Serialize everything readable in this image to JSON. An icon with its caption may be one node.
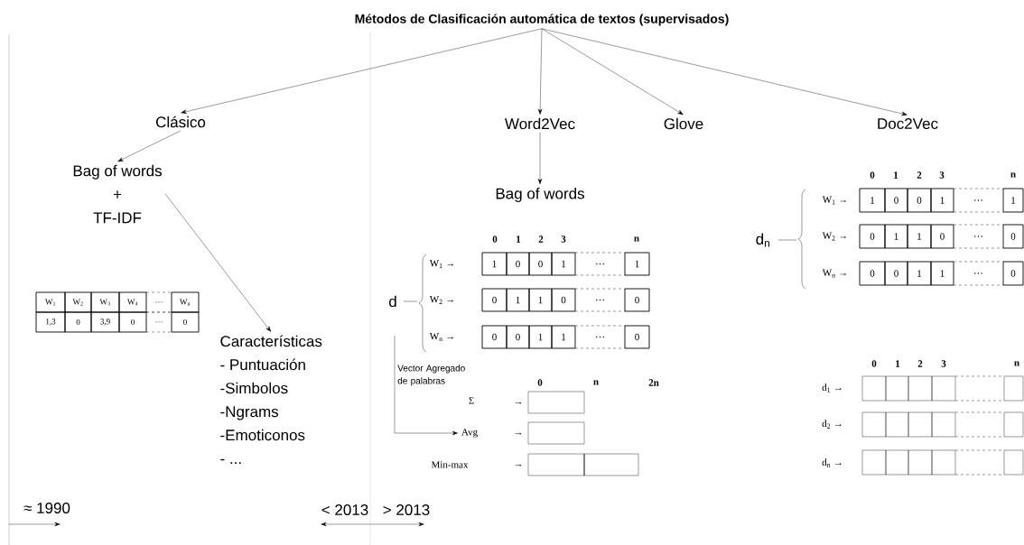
{
  "diagram": {
    "nodes": [
      {
        "text": [
          "Métodos de Clasificación automática de textos (supervisados)"
        ]
      },
      {
        "text": [
          "Clásico"
        ]
      },
      {
        "text": [
          "Word2Vec"
        ]
      },
      {
        "text": [
          "Glove"
        ]
      },
      {
        "text": [
          "Doc2Vec"
        ]
      },
      {
        "text": [
          "Bag of words",
          "+",
          "TF-IDF"
        ]
      },
      {
        "text": [
          "Características",
          "- Puntuación",
          "-Simbolos",
          "-Ngrams",
          "-Emoticonos",
          "- ..."
        ]
      },
      {
        "text": [
          "Bag of words"
        ]
      },
      {
        "text": [
          "Avg"
        ]
      }
    ],
    "edges": [
      {
        "from": 0,
        "to": 1,
        "arrow": "to"
      },
      {
        "from": 0,
        "to": 2,
        "arrow": "to"
      },
      {
        "from": 0,
        "to": 3,
        "arrow": "to"
      },
      {
        "from": 0,
        "to": 4,
        "arrow": "to"
      },
      {
        "from": 1,
        "to": 5,
        "arrow": "to"
      },
      {
        "from": 5,
        "to": 6,
        "arrow": "to"
      },
      {
        "from": 2,
        "to": 7,
        "arrow": "to"
      },
      {
        "from": null,
        "to": 8,
        "arrow": "to"
      }
    ],
    "labels": [
      "W$_{1}$",
      "W$_{2}$",
      "W$_{3}$",
      "W$_{4}$",
      "…",
      "W$_{n}$",
      "1,3",
      "0",
      "3,9",
      "0",
      "…",
      "0",
      "0",
      "1",
      "2",
      "3",
      "n",
      "d",
      "W$_{1}$ →",
      "1",
      "0",
      "0",
      "1",
      "…",
      "1",
      "W$_{2}$ →",
      "0",
      "1",
      "1",
      "0",
      "…",
      "0",
      "W$_{n}$ →",
      "0",
      "0",
      "1",
      "1",
      "…",
      "0",
      "Vector Agregado de palabras",
      "0",
      "n",
      "2n",
      "Σ",
      "→",
      "→",
      "Min-max",
      "→",
      "d$_{n}$",
      "0",
      "1",
      "2",
      "3",
      "n",
      "W$_{1}$ →",
      "1",
      "0",
      "0",
      "1",
      "…",
      "1",
      "W$_{2}$ →",
      "0",
      "1",
      "1",
      "0",
      "…",
      "0",
      "W$_{n}$ →",
      "0",
      "0",
      "1",
      "1",
      "…",
      "0",
      "0",
      "1",
      "2",
      "3",
      "n",
      "d$_{1}$ →",
      "d$_{2}$ →",
      "d$_{n}$ →",
      "≈ 1990",
      "< 2013",
      "> 2013"
    ]
  }
}
